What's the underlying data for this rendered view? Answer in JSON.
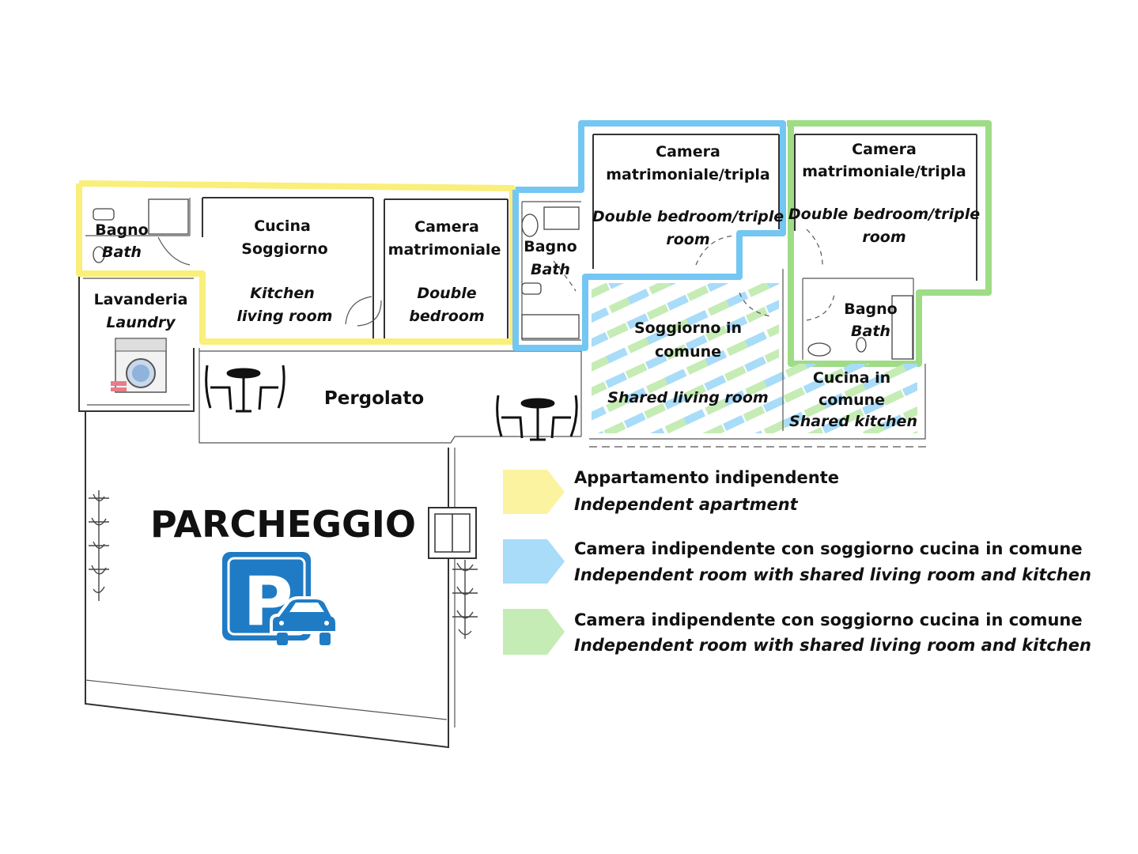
{
  "rooms": {
    "bath_left": {
      "it": "Bagno",
      "en": "Bath"
    },
    "kitchen": {
      "it_1": "Cucina",
      "it_2": "Soggiorno",
      "en_1": "Kitchen",
      "en_2": "living room"
    },
    "bedroom_yellow": {
      "it_1": "Camera",
      "it_2": "matrimoniale",
      "en_1": "Double",
      "en_2": "bedroom"
    },
    "laundry": {
      "it": "Lavanderia",
      "en": "Laundry"
    },
    "bath_blue": {
      "it": "Bagno",
      "en": "Bath"
    },
    "bedroom_blue": {
      "it_1": "Camera",
      "it_2": "matrimoniale/tripla",
      "en_1": "Double bedroom/triple",
      "en_2": "room"
    },
    "bedroom_green": {
      "it_1": "Camera",
      "it_2": "matrimoniale/tripla",
      "en_1": "Double bedroom/triple",
      "en_2": "room"
    },
    "bath_green": {
      "it": "Bagno",
      "en": "Bath"
    },
    "shared_living": {
      "it_1": "Soggiorno in",
      "it_2": "comune",
      "en": "Shared living room"
    },
    "shared_kitchen": {
      "it_1": "Cucina in",
      "it_2": "comune",
      "en": "Shared kitchen"
    },
    "pergola": {
      "it": "Pergolato"
    },
    "parking": {
      "title": "PARCHEGGIO",
      "sign_letter": "P"
    }
  },
  "legend": [
    {
      "color": "#fbf3a0",
      "it": "Appartamento indipendente",
      "en": "Independent apartment"
    },
    {
      "color": "#a8dcf9",
      "it": "Camera indipendente con soggiorno cucina in comune",
      "en": "Independent room with shared living room and kitchen"
    },
    {
      "color": "#c5ecb4",
      "it": "Camera indipendente con soggiorno cucina in comune",
      "en": "Independent room with shared living room and kitchen"
    }
  ],
  "colors": {
    "yellow_zone": "#f9ef7a",
    "blue_zone": "#74c6f3",
    "green_zone": "#9edc86",
    "parking_sign": "#1f7bc4"
  }
}
